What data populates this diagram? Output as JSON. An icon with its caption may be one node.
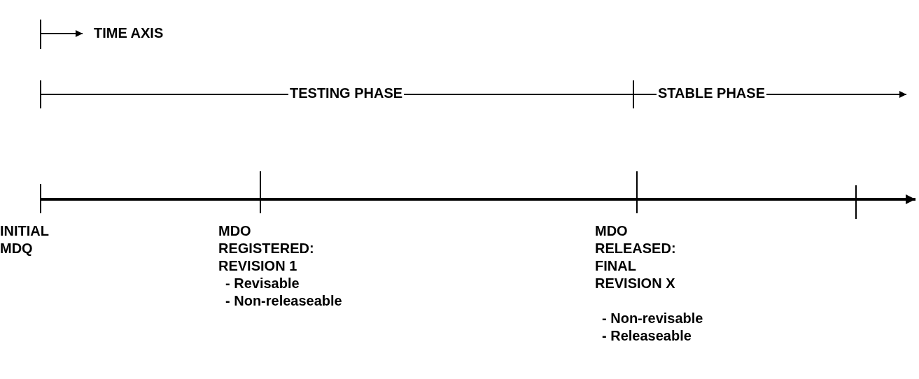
{
  "diagram": {
    "labels": [
      "TIME AXIS",
      "TESTING PHASE",
      "STABLE PHASE",
      "INITIAL MDQ",
      "MDO REGISTERED: REVISION 1",
      "- Revisable",
      "- Non-releaseable",
      "MDO RELEASED: FINAL REVISION X",
      "- Non-revisable",
      "- Releaseable"
    ]
  }
}
